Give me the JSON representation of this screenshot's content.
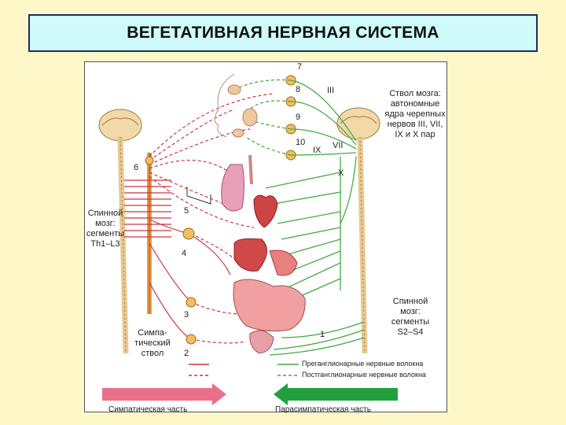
{
  "title": "ВЕГЕТАТИВНАЯ НЕРВНАЯ СИСТЕМА",
  "labels": {
    "brainstem": "Ствол мозга: автономные ядра черепных нервов III, VII, IX и X пар",
    "spinal_thoracolumbar_1": "Спинной",
    "spinal_thoracolumbar_2": "мозг:",
    "spinal_thoracolumbar_3": "сегменты",
    "spinal_thoracolumbar_4": "Th1–L3",
    "spinal_sacral_1": "Спинной",
    "spinal_sacral_2": "мозг:",
    "spinal_sacral_3": "сегменты",
    "spinal_sacral_4": "S2–S4",
    "sympathetic_trunk_1": "Симпа-",
    "sympathetic_trunk_2": "тический",
    "sympathetic_trunk_3": "ствол"
  },
  "numbers": {
    "n1": "1",
    "n2": "2",
    "n3": "3",
    "n4": "4",
    "n5": "5",
    "n6": "6",
    "n7": "7",
    "n8": "8",
    "n9": "9",
    "n10": "10"
  },
  "cranial_nerves": {
    "c3": "III",
    "c7": "VII",
    "c9": "IX",
    "c10": "X"
  },
  "legend": {
    "preganglionic": "Преганглионарные нервные волокна",
    "postganglionic": "Постганглионарные нервные волокна",
    "sympathetic": "Симпатическая часть",
    "parasympathetic": "Парасимпатическая часть"
  },
  "colors": {
    "sympathetic": "#cc3344",
    "parasympathetic": "#44aa44",
    "arrow_pink": "#e8708a",
    "arrow_green": "#22a040",
    "ganglion": "#f0c060"
  }
}
